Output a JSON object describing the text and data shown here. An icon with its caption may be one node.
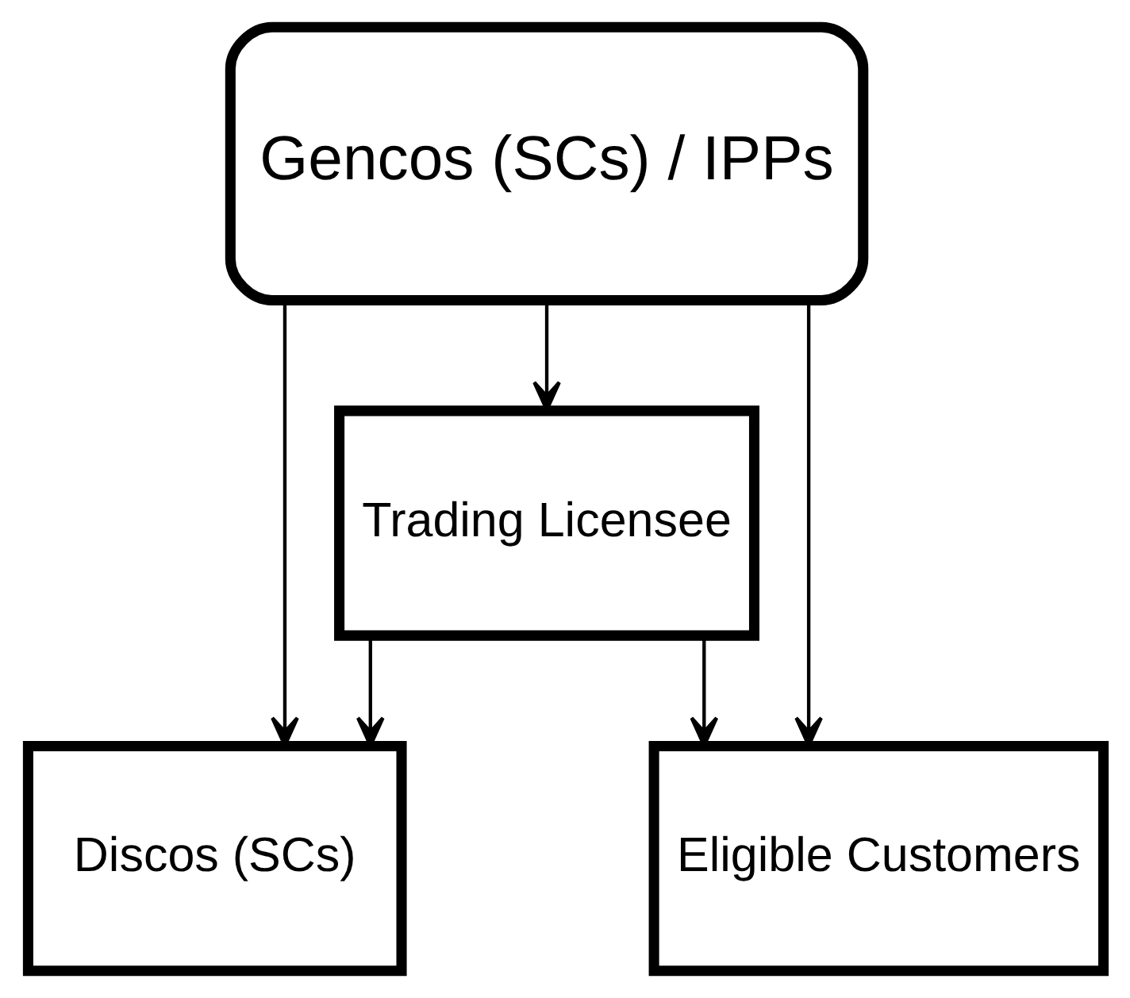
{
  "diagram": {
    "nodes": [
      {
        "text": [
          "Gencos (SCs) / IPPs"
        ]
      },
      {
        "text": [
          "Trading Licensee"
        ]
      },
      {
        "text": [
          "Discos (SCs)"
        ]
      },
      {
        "text": [
          "Eligible Customers"
        ]
      }
    ],
    "edges": [
      {
        "from": 0,
        "to": 1,
        "arrow": "to"
      },
      {
        "from": 0,
        "to": 2,
        "arrow": "to"
      },
      {
        "from": 0,
        "to": 3,
        "arrow": "to"
      },
      {
        "from": 1,
        "to": 2,
        "arrow": "to"
      },
      {
        "from": 1,
        "to": 3,
        "arrow": "to"
      }
    ]
  }
}
